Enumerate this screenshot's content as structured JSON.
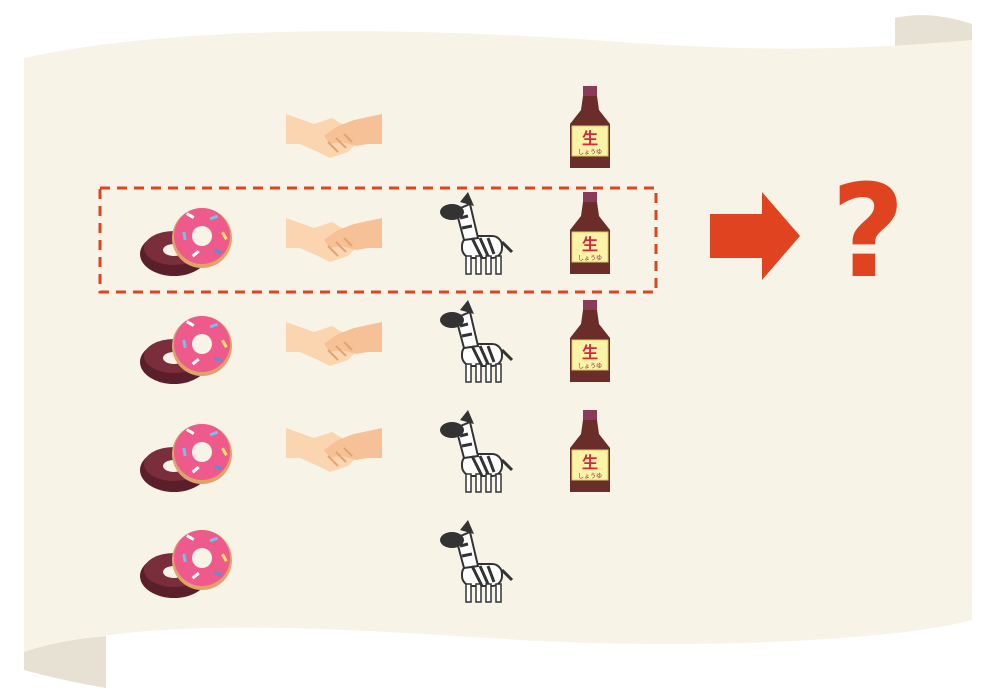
{
  "palette": {
    "paper": "#f8f3e7",
    "paper_fold": "#e6e1d2",
    "accent": "#e04320",
    "donut_chocolate": "#5a1f2b",
    "donut_pink": "#ee5a8c",
    "skin": "#fbd5b0",
    "zebra_stroke": "#333333",
    "soy_sauce": "#6b2d2a"
  },
  "grid": {
    "columns": [
      "donut",
      "handshake",
      "zebra",
      "soy-sauce"
    ],
    "rows": [
      {
        "donut": false,
        "handshake": true,
        "zebra": false,
        "soy-sauce": true
      },
      {
        "donut": true,
        "handshake": true,
        "zebra": true,
        "soy-sauce": true
      },
      {
        "donut": true,
        "handshake": true,
        "zebra": true,
        "soy-sauce": true
      },
      {
        "donut": true,
        "handshake": true,
        "zebra": true,
        "soy-sauce": true
      },
      {
        "donut": true,
        "handshake": false,
        "zebra": true,
        "soy-sauce": false
      }
    ],
    "highlighted_row": 1
  },
  "bottle": {
    "kanji": "生",
    "kana": "しょうゆ"
  },
  "question_mark": "?"
}
